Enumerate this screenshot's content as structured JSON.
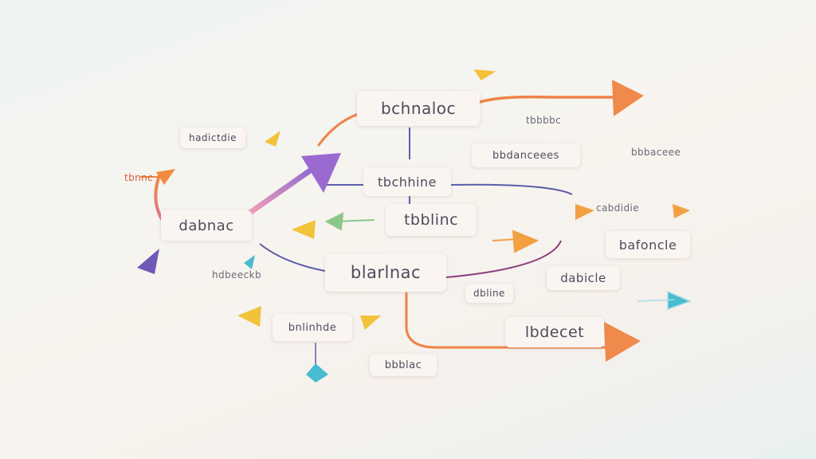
{
  "nodes": {
    "n1": "bchnaloc",
    "n2": "tbchhine",
    "n3": "tbblinc",
    "n4": "dabnac",
    "n5": "blarlnac",
    "n6": "lbdecet",
    "n7": "bbdanceees",
    "n8": "bafoncle",
    "n9": "dabicle",
    "n10": "bnlinhde",
    "n11": "bbblac",
    "n12": "hadictdie",
    "n13": "dbline"
  },
  "tags": {
    "t1": "tbbbbc",
    "t2": "bbbaceee",
    "t3": "cabdidie",
    "t4": "hdbeeckb",
    "t5": "tbnnc"
  },
  "colors": {
    "orange": "#ee8348",
    "purple": "#9a72c8",
    "pink": "#e0709a",
    "navy": "#5a5da8",
    "yellow": "#f2c23a",
    "teal": "#48bcd0",
    "green": "#8cc88a",
    "node_bg": "#fbf5f2"
  }
}
